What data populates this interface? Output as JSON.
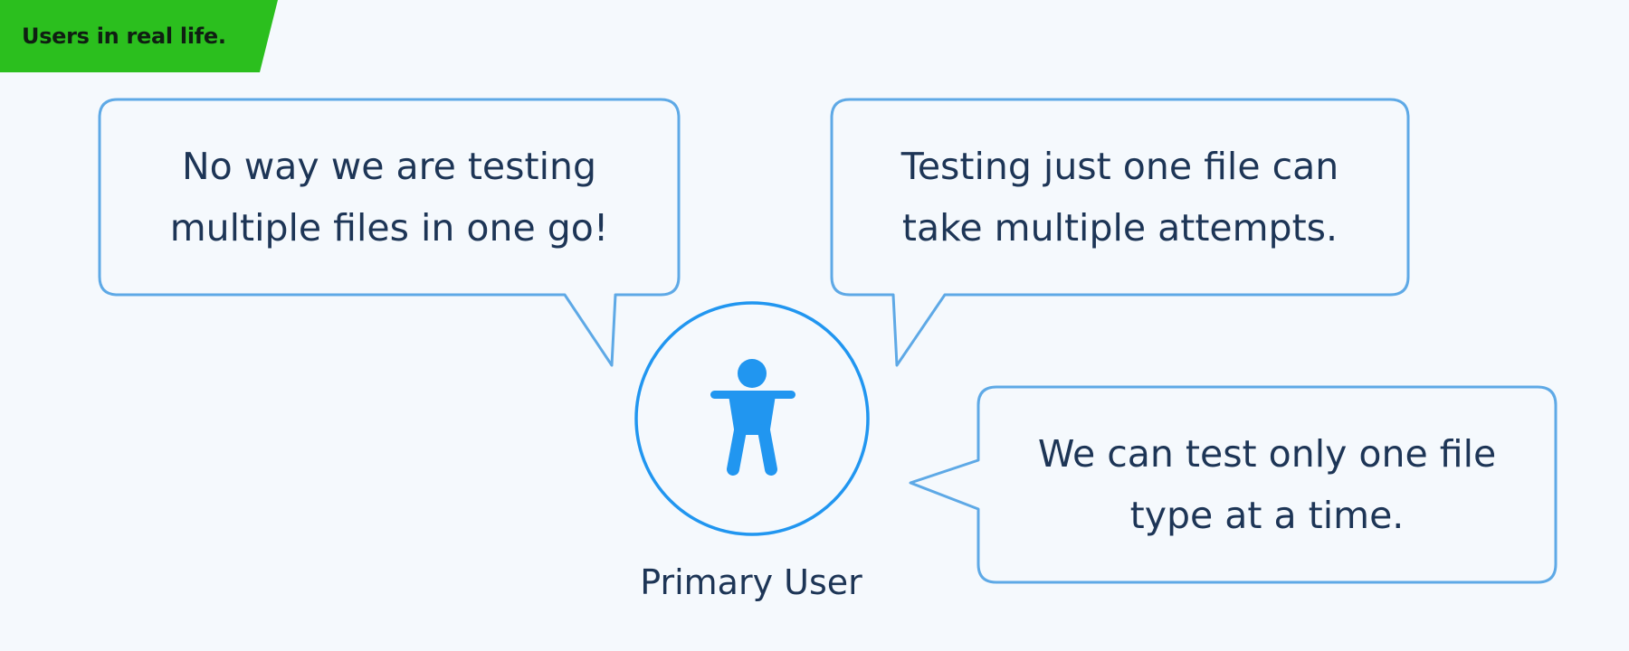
{
  "header": {
    "tag": "Users in real life."
  },
  "user": {
    "label": "Primary User",
    "icon": "person-icon"
  },
  "bubbles": [
    {
      "lines": [
        "No way we are testing",
        "multiple files in one go!"
      ]
    },
    {
      "lines": [
        "Testing just one file can",
        "take multiple attempts."
      ]
    },
    {
      "lines": [
        "We can test only one file",
        "type at a time."
      ]
    }
  ],
  "colors": {
    "background": "#f5f9fd",
    "tag_green": "#2bbf1e",
    "bubble_border": "#5ea9e6",
    "avatar_blue": "#2196f0",
    "text": "#1d3556"
  }
}
